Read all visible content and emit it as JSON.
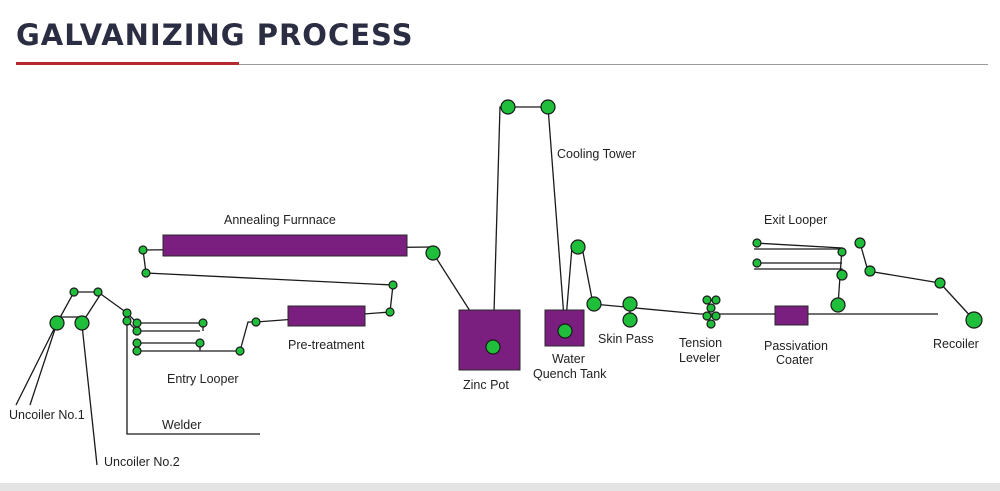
{
  "header": {
    "title": "GALVANIZING PROCESS"
  },
  "colors": {
    "title": "#2b2d42",
    "accent": "#b5292e",
    "roller": "#1fbf3c",
    "equipment": "#7a1f7f",
    "line": "#1a1a1a"
  },
  "labels": {
    "annealing_furnace": "Annealing Furnnace",
    "cooling_tower": "Cooling Tower",
    "exit_looper": "Exit Looper",
    "pre_treatment": "Pre-treatment",
    "entry_looper": "Entry Looper",
    "zinc_pot": "Zinc Pot",
    "water_quench_tank_1": "Water",
    "water_quench_tank_2": "Quench Tank",
    "skin_pass": "Skin Pass",
    "tension_leveler_1": "Tension",
    "tension_leveler_2": "Leveler",
    "passivation_coater_1": "Passivation",
    "passivation_coater_2": "Coater",
    "recoiler": "Recoiler",
    "uncoiler_1": "Uncoiler No.1",
    "uncoiler_2": "Uncoiler No.2",
    "welder": "Welder"
  }
}
